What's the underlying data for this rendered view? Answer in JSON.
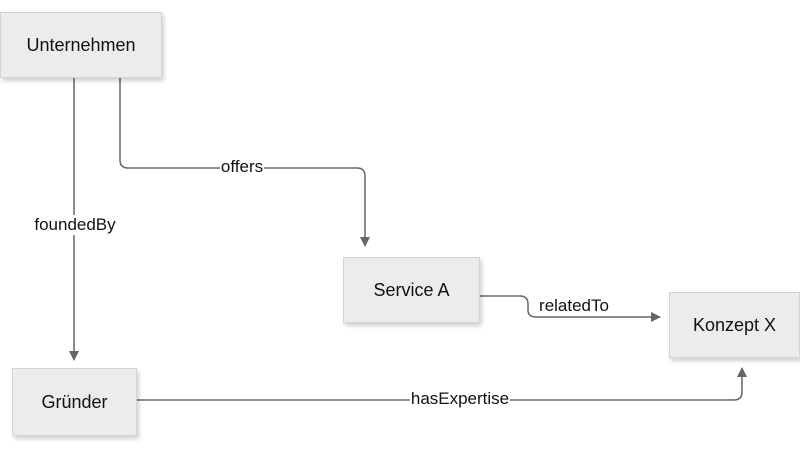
{
  "diagram": {
    "nodes": {
      "unternehmen": "Unternehmen",
      "service": "Service A",
      "konzept": "Konzept X",
      "gruender": "Gründer"
    },
    "edges": {
      "offers": "offers",
      "foundedBy": "foundedBy",
      "relatedTo": "relatedTo",
      "hasExpertise": "hasExpertise"
    },
    "colors": {
      "node_fill": "#ececec",
      "edge": "#666666"
    }
  }
}
